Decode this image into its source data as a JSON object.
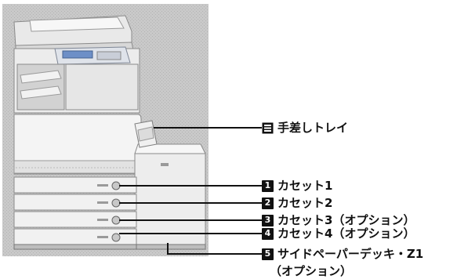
{
  "labels": {
    "tray": {
      "icon": "tray-icon",
      "text": "手差しトレイ"
    },
    "c1": {
      "num": "1",
      "text": "カセット1"
    },
    "c2": {
      "num": "2",
      "text": "カセット2"
    },
    "c3": {
      "num": "3",
      "text": "カセット3（オプション）"
    },
    "c4": {
      "num": "4",
      "text": "カセット4（オプション）"
    },
    "deck": {
      "num": "5",
      "text": "サイドペーパーデッキ・Z1",
      "sub": "（オプション）"
    }
  }
}
